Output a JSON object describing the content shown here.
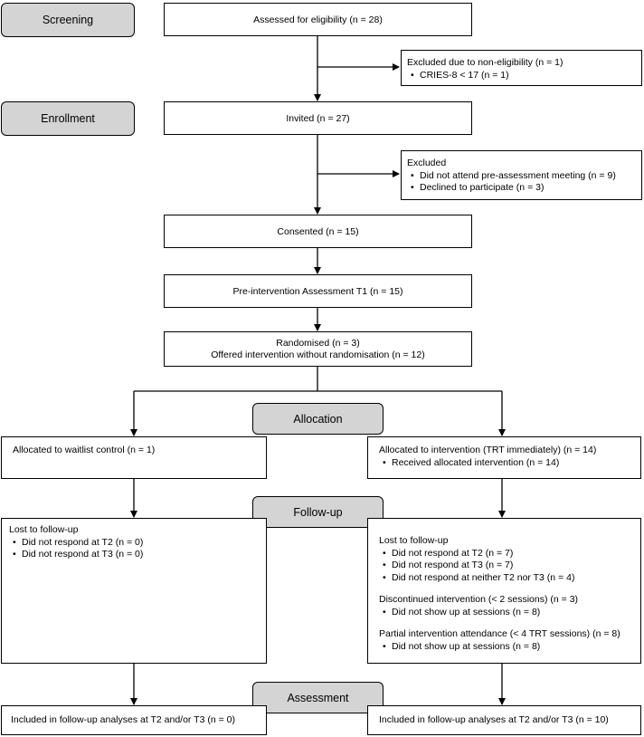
{
  "stages": {
    "screening": "Screening",
    "enrollment": "Enrollment",
    "allocation": "Allocation",
    "followup": "Follow-up",
    "assessment": "Assessment"
  },
  "boxes": {
    "assessed": "Assessed for eligibility (n = 28)",
    "excluded_noneligible": {
      "title": "Excluded due to non-eligibility (n = 1)",
      "items": [
        "CRIES-8 < 17 (n = 1)"
      ]
    },
    "invited": "Invited (n = 27)",
    "excluded": {
      "title": "Excluded",
      "items": [
        "Did not attend pre-assessment meeting (n = 9)",
        "Declined to participate (n = 3)"
      ]
    },
    "consented": "Consented (n = 15)",
    "pre_assessment": "Pre-intervention Assessment T1 (n = 15)",
    "randomised": {
      "line1": "Randomised (n = 3)",
      "line2": "Offered intervention without randomisation (n = 12)"
    },
    "alloc_waitlist": "Allocated to waitlist control (n = 1)",
    "alloc_intervention": {
      "title": "Allocated to intervention (TRT immediately) (n = 14)",
      "items": [
        "Received allocated intervention (n = 14)"
      ]
    },
    "lost_waitlist": {
      "title": "Lost to follow-up",
      "items": [
        "Did not respond at T2 (n = 0)",
        "Did not respond at T3 (n = 0)"
      ]
    },
    "lost_intervention": {
      "title": "Lost to follow-up",
      "items": [
        "Did not respond at T2 (n = 7)",
        "Did not respond at T3 (n = 7)",
        "Did not respond at neither T2 nor T3 (n = 4)"
      ],
      "discontinued_title": "Discontinued intervention (< 2 sessions) (n = 3)",
      "discontinued_items": [
        "Did not show up at sessions (n = 8)"
      ],
      "partial_title": "Partial intervention attendance (< 4 TRT sessions) (n = 8)",
      "partial_items": [
        "Did not show up at sessions (n = 8)"
      ]
    },
    "included_waitlist": "Included in follow-up analyses at T2 and/or T3 (n = 0)",
    "included_intervention": "Included in follow-up analyses at T2 and/or T3 (n = 10)"
  }
}
